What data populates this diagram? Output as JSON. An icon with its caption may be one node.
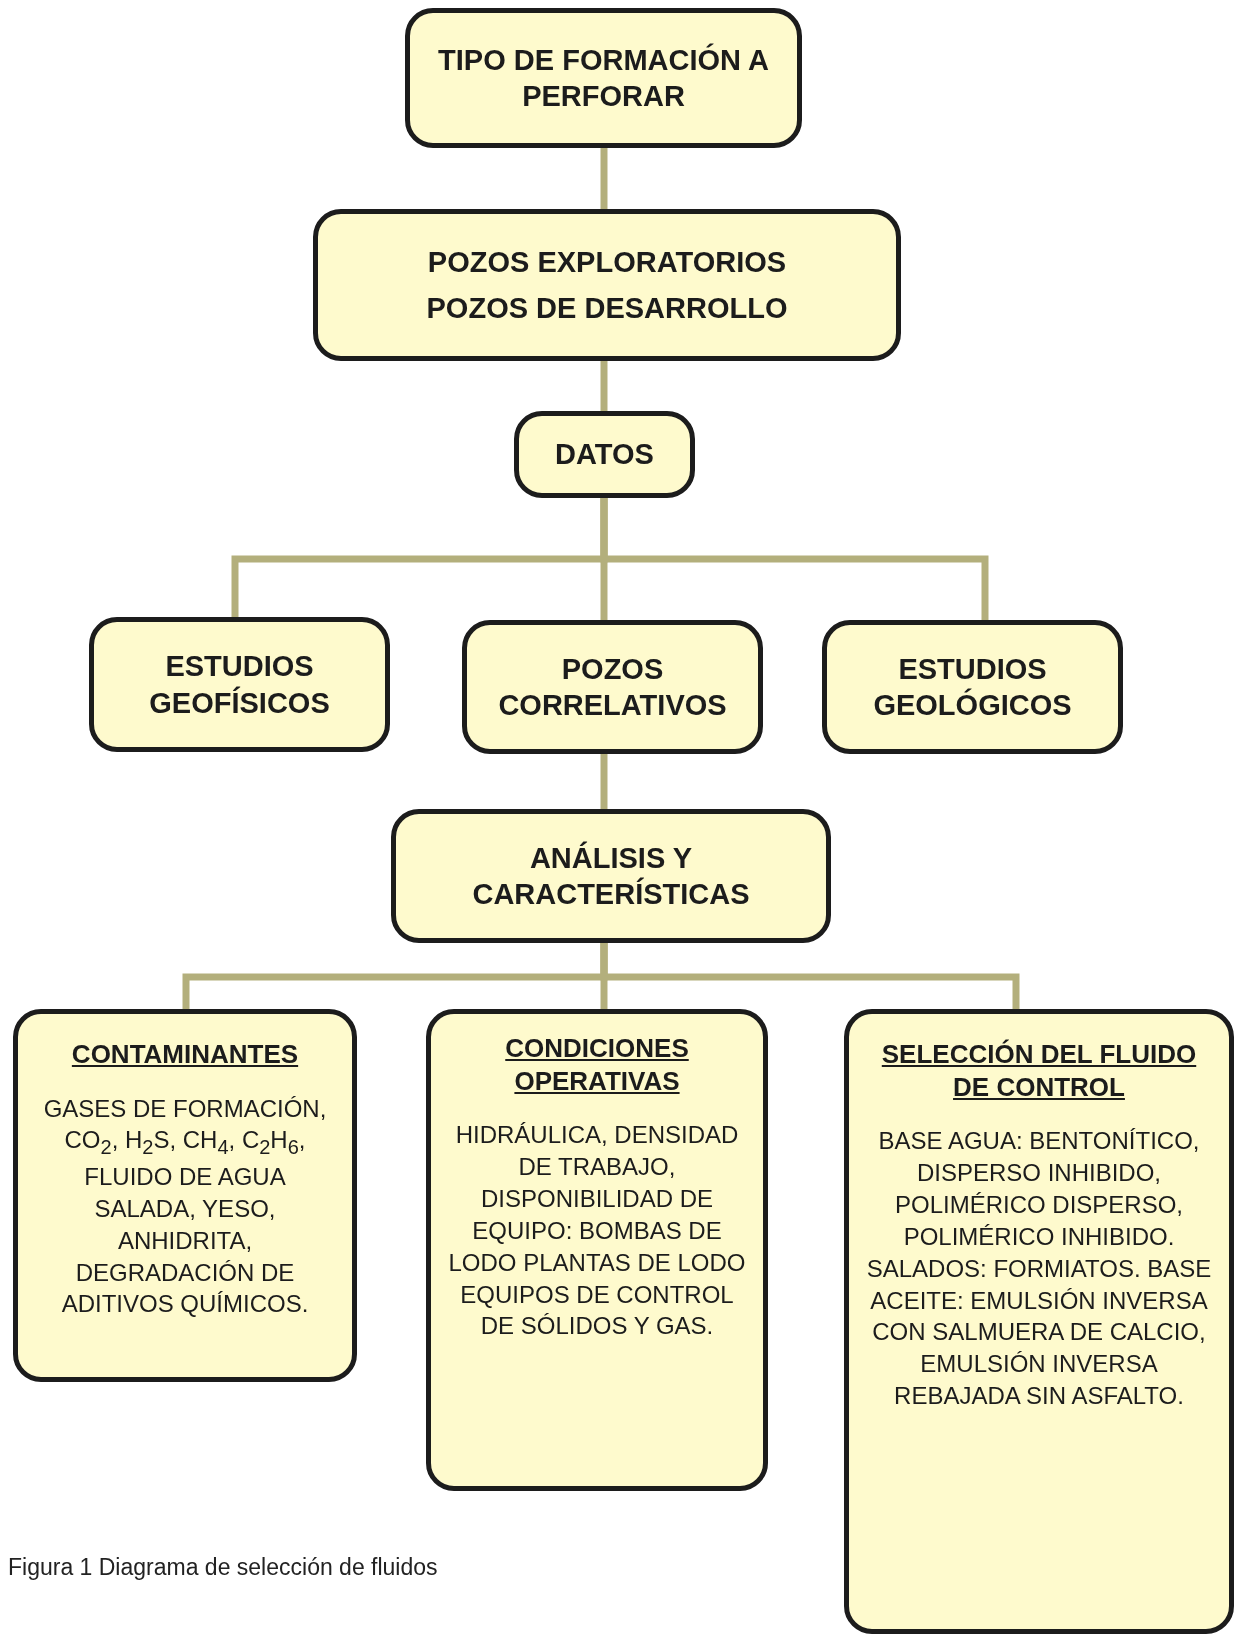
{
  "diagram": {
    "caption": "Figura 1 Diagrama de selección de fluidos",
    "nodes": [
      {
        "text": [
          "TIPO DE FORMACIÓN A PERFORAR"
        ]
      },
      {
        "text": [
          "POZOS EXPLORATORIOS",
          "POZOS DE DESARROLLO"
        ]
      },
      {
        "text": [
          "DATOS"
        ]
      },
      {
        "text": [
          "ESTUDIOS GEOFÍSICOS"
        ]
      },
      {
        "text": [
          "POZOS CORRELATIVOS"
        ]
      },
      {
        "text": [
          "ESTUDIOS GEOLÓGICOS"
        ]
      },
      {
        "text": [
          "ANÁLISIS Y CARACTERÍSTICAS"
        ]
      },
      {
        "text": [
          "CONTAMINANTES",
          "GASES DE FORMACIÓN, CO$_{2}$, H$_{2}$S, CH$_{4}$, C$_{2}$H$_{6}$, FLUIDO DE AGUA SALADA, YESO, ANHIDRITA, DEGRADACIÓN DE ADITIVOS QUÍMICOS."
        ]
      },
      {
        "text": [
          "CONDICIONES OPERATIVAS",
          "HIDRÁULICA, DENSIDAD DE TRABAJO, DISPONIBILIDAD DE EQUIPO: BOMBAS DE LODO PLANTAS DE LODO EQUIPOS DE CONTROL DE SÓLIDOS Y GAS."
        ]
      },
      {
        "text": [
          "SELECCIÓN DEL FLUIDO DE CONTROL",
          "BASE AGUA: BENTONÍTICO, DISPERSO INHIBIDO, POLIMÉRICO DISPERSO, POLIMÉRICO INHIBIDO. SALADOS: FORMIATOS. BASE ACEITE: EMULSIÓN INVERSA CON SALMUERA DE CALCIO, EMULSIÓN INVERSA REBAJADA SIN ASFALTO."
        ]
      }
    ],
    "edges": [
      {
        "from": 0,
        "to": 1,
        "arrow": "none"
      },
      {
        "from": 1,
        "to": 2,
        "arrow": "none"
      },
      {
        "from": 2,
        "to": 3,
        "arrow": "none"
      },
      {
        "from": 2,
        "to": 4,
        "arrow": "none"
      },
      {
        "from": 2,
        "to": 5,
        "arrow": "none"
      },
      {
        "from": 4,
        "to": 6,
        "arrow": "none"
      },
      {
        "from": 6,
        "to": 7,
        "arrow": "none"
      },
      {
        "from": 6,
        "to": 8,
        "arrow": "none"
      },
      {
        "from": 6,
        "to": 9,
        "arrow": "none"
      }
    ]
  }
}
